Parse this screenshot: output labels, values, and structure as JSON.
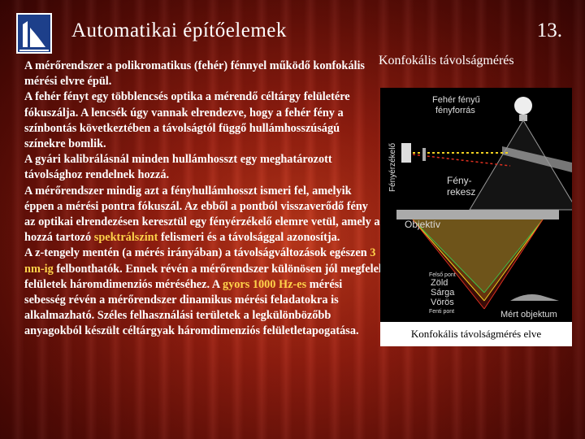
{
  "header": {
    "title": "Automatikai építőelemek",
    "slide_number": "13."
  },
  "subtitle": "Konfokális távolságmérés",
  "body": {
    "segments": [
      {
        "text": "A mérőrendszer a polikromatikus (fehér) fénnyel működő konfokális mérési elvre épül.",
        "highlight": false
      },
      {
        "text": "A fehér fényt egy többlencsés optika a mérendő céltárgy felületére fókuszálja. A lencsék úgy vannak elrendezve, hogy a fehér fény a színbontás következtében a távolságtól függő hullámhosszúságú színekre bomlik.",
        "highlight": false
      },
      {
        "text": "A gyári kalibrálásnál minden hullámhosszt egy meghatározott távolsághoz rendelnek hozzá.",
        "highlight": false
      },
      {
        "text": "A mérőrendszer mindig azt a fényhullámhosszt ismeri fel, amelyik éppen a mérési pontra fókuszál. Az ebből a pontból visszaverődő fény az optikai elrendezésen keresztül egy fényérzékelő elemre vetül, amely a hozzá tartozó ",
        "highlight": false
      },
      {
        "text": "spektrálszínt",
        "highlight": true
      },
      {
        "text": " felismeri és a távolsággal azonosítja.",
        "highlight": false
      },
      {
        "text": "A z-tengely mentén (a mérés irányában) a távolságváltozások egészen ",
        "highlight": false
      },
      {
        "text": "3 nm-ig",
        "highlight": true
      },
      {
        "text": " felbonthatók. Ennek révén a mérőrendszer különösen jól megfelel felületek háromdimenziós méréséhez. A ",
        "highlight": false
      },
      {
        "text": "gyors 1000 Hz-es",
        "highlight": true
      },
      {
        "text": " mérési sebesség révén a mérőrendszer dinamikus mérési feladatokra is alkalmazható. Széles felhasználási területek a legkülönbözőbb anyagokból készült céltárgyak háromdimenziós felületletapogatása.",
        "highlight": false
      }
    ]
  },
  "diagram": {
    "labels": {
      "light_source": [
        "Fehér fényű",
        "fényforrás"
      ],
      "detector": "Fényérzékelő",
      "aperture": [
        "Fény-",
        "rekesz"
      ],
      "objective": "Objektív",
      "upper_point": "Felső pont",
      "green": "Zöld",
      "yellow": "Sárga",
      "red": "Vörös",
      "lower_point": "Fenti pont",
      "object": "Mért objektum"
    },
    "colors": {
      "green": "#3cc24a",
      "yellow": "#f0d020",
      "red": "#e03020"
    }
  },
  "caption": "Konfokális távolságmérés elve"
}
